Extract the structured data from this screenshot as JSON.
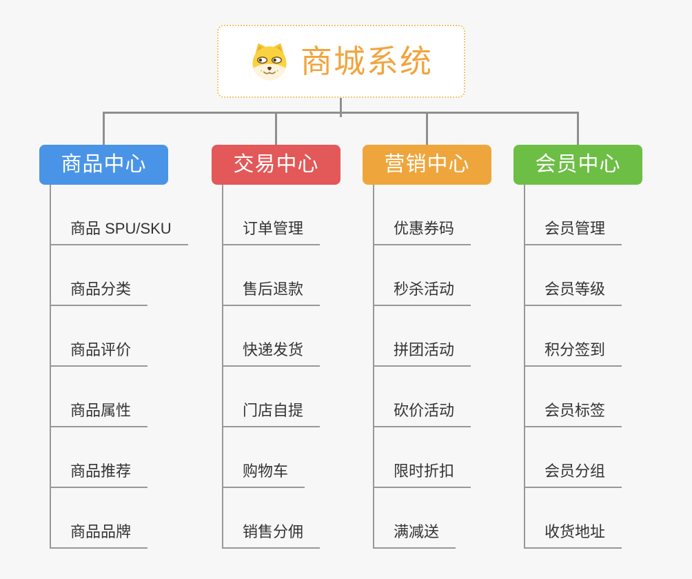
{
  "page": {
    "background_color": "#f7f7f7",
    "connector_color": "#8f8f8f"
  },
  "root": {
    "title": "商城系统",
    "icon": "doge-face-icon",
    "text_color": "#f0a53e",
    "border_color": "#f3c36c"
  },
  "branches": [
    {
      "label": "商品中心",
      "color": "#4a94e8",
      "children": [
        "商品 SPU/SKU",
        "商品分类",
        "商品评价",
        "商品属性",
        "商品推荐",
        "商品品牌"
      ]
    },
    {
      "label": "交易中心",
      "color": "#e35858",
      "children": [
        "订单管理",
        "售后退款",
        "快递发货",
        "门店自提",
        "购物车",
        "销售分佣"
      ]
    },
    {
      "label": "营销中心",
      "color": "#eea63c",
      "children": [
        "优惠券码",
        "秒杀活动",
        "拼团活动",
        "砍价活动",
        "限时折扣",
        "满减送"
      ]
    },
    {
      "label": "会员中心",
      "color": "#6dbe45",
      "children": [
        "会员管理",
        "会员等级",
        "积分签到",
        "会员标签",
        "会员分组",
        "收货地址"
      ]
    }
  ]
}
